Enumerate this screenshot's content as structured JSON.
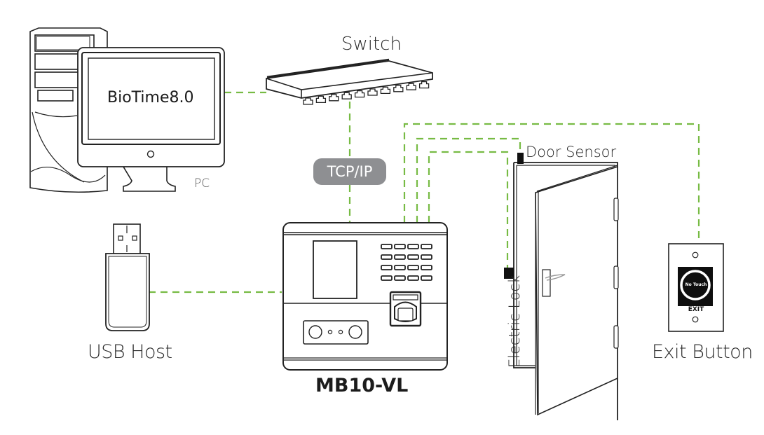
{
  "diagram": {
    "title": "MB10-VL connection diagram",
    "wire_color": "#77bb44",
    "components": {
      "pc": {
        "label": "PC",
        "screen_text": "BioTime8.0"
      },
      "switch": {
        "label": "Switch"
      },
      "tcp_badge": {
        "label": "TCP/IP",
        "color": "#8e8f92"
      },
      "usb": {
        "label": "USB Host"
      },
      "device": {
        "label": "MB10-VL"
      },
      "door_sensor": {
        "label": "Door Sensor"
      },
      "electric_lock": {
        "label": "Electric Lock"
      },
      "exit_button": {
        "label": "Exit Button",
        "face_text": "No Touch",
        "exit_text": "EXIT"
      }
    },
    "connections": [
      {
        "from": "pc",
        "to": "switch"
      },
      {
        "from": "switch",
        "to": "device",
        "via": "TCP/IP"
      },
      {
        "from": "usb",
        "to": "device"
      },
      {
        "from": "device",
        "to": "exit_button"
      },
      {
        "from": "device",
        "to": "door_sensor"
      },
      {
        "from": "device",
        "to": "electric_lock"
      }
    ]
  }
}
